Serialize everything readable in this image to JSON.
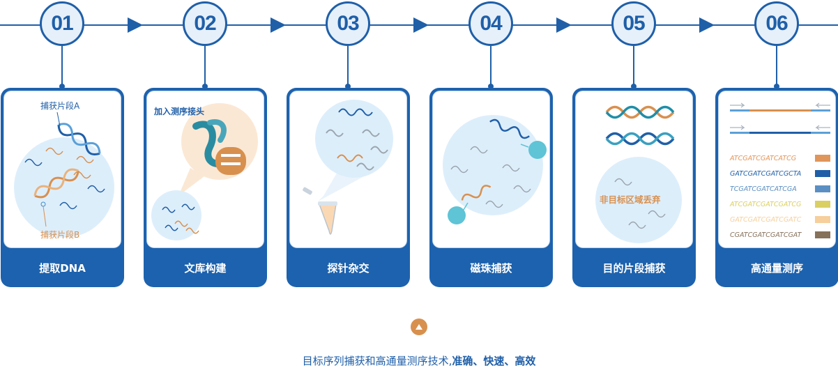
{
  "steps": [
    {
      "number": "01",
      "label": "提取DNA"
    },
    {
      "number": "02",
      "label": "文库构建"
    },
    {
      "number": "03",
      "label": "探针杂交"
    },
    {
      "number": "04",
      "label": "磁珠捕获"
    },
    {
      "number": "05",
      "label": "目的片段捕获"
    },
    {
      "number": "06",
      "label": "高通量测序"
    }
  ],
  "annotations": {
    "capture_a": "捕获片段A",
    "capture_b": "捕获片段B",
    "adapter": "加入测序接头",
    "off_target": "非目标区域丢弃"
  },
  "sequences": [
    {
      "text": "ATCGATCGATCATCG",
      "color": "#e0955a"
    },
    {
      "text": "GATCGATCGATCGCTA",
      "color": "#1f5fa8"
    },
    {
      "text": "TCGATCGATCATCGA",
      "color": "#5b8fc3"
    },
    {
      "text": "ATCGATCGATCGATCG",
      "color": "#d9cf63"
    },
    {
      "text": "GATCGATCGATCGATC",
      "color": "#f6cf9c"
    },
    {
      "text": "CGATCGATCGATCGAT",
      "color": "#86715a"
    }
  ],
  "footer": {
    "tagline_main": "目标序列捕获和高通量测序技术,",
    "tagline_bold": "准确、快速、高效"
  },
  "colors": {
    "primary": "#1f5fa8",
    "accent": "#d8904f",
    "light": "#e6f0fa"
  }
}
